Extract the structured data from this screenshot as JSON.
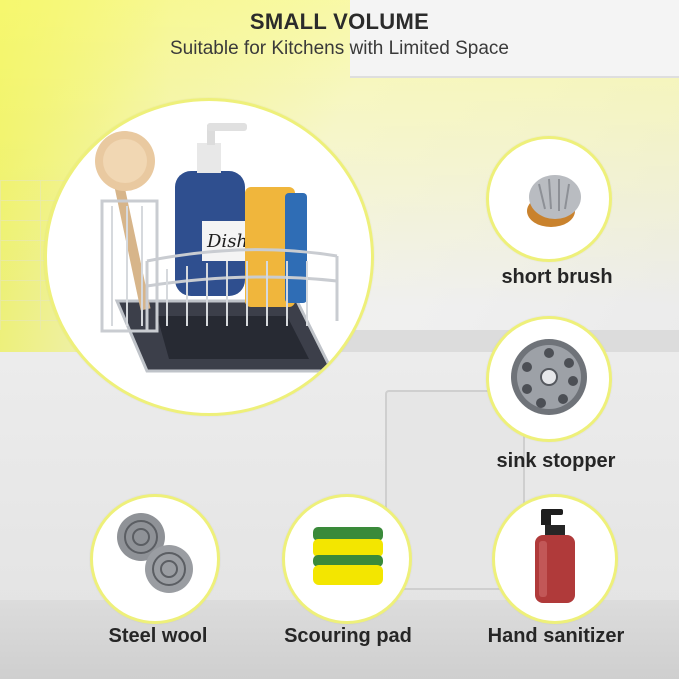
{
  "header": {
    "title": "SMALL VOLUME",
    "subtitle": "Suitable for Kitchens with Limited Space"
  },
  "product": {
    "bottle_label": "Dish"
  },
  "accessories": [
    {
      "label": "short brush",
      "icon": "brush-icon"
    },
    {
      "label": "sink stopper",
      "icon": "sink-stopper-icon"
    },
    {
      "label": "Steel wool",
      "icon": "steel-wool-icon"
    },
    {
      "label": "Scouring pad",
      "icon": "scouring-pad-icon"
    },
    {
      "label": "Hand sanitizer",
      "icon": "sanitizer-bottle-icon"
    }
  ],
  "colors": {
    "accent_yellow": "#eef07a",
    "text_dark": "#262626",
    "sponge_green": "#3a8a3a",
    "sponge_yellow": "#f3e600",
    "bottle_blue": "#2f4f8f",
    "sanitizer_red": "#b03a3a"
  }
}
